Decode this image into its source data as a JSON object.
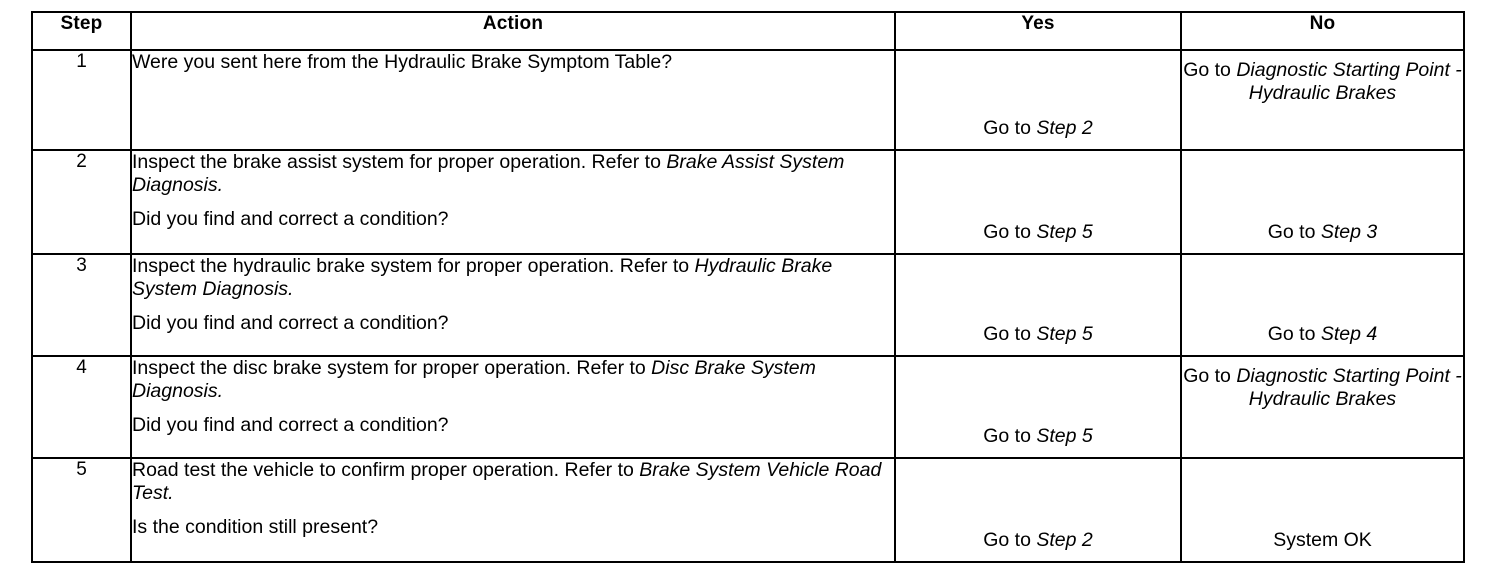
{
  "table": {
    "headers": {
      "step": "Step",
      "action": "Action",
      "yes": "Yes",
      "no": "No"
    },
    "rows": [
      {
        "step": "1",
        "action": {
          "p1": [
            {
              "t": "Were you sent here from the Hydraulic Brake Symptom Table?",
              "i": false
            }
          ],
          "p2": []
        },
        "yes": [
          {
            "t": "Go to ",
            "i": false
          },
          {
            "t": "Step 2",
            "i": true
          }
        ],
        "yes_align": "bottom",
        "no": [
          {
            "t": "Go to ",
            "i": false
          },
          {
            "t": "Diagnostic Starting Point - Hydraulic Brakes",
            "i": true
          }
        ],
        "no_align": "top"
      },
      {
        "step": "2",
        "action": {
          "p1": [
            {
              "t": "Inspect the brake assist system for proper operation. Refer to ",
              "i": false
            },
            {
              "t": "Brake Assist System Diagnosis.",
              "i": true
            }
          ],
          "p2": [
            {
              "t": "Did you find and correct a condition?",
              "i": false
            }
          ]
        },
        "yes": [
          {
            "t": "Go to ",
            "i": false
          },
          {
            "t": "Step 5",
            "i": true
          }
        ],
        "yes_align": "bottom",
        "no": [
          {
            "t": "Go to ",
            "i": false
          },
          {
            "t": "Step 3",
            "i": true
          }
        ],
        "no_align": "bottom"
      },
      {
        "step": "3",
        "action": {
          "p1": [
            {
              "t": "Inspect the hydraulic brake system for proper operation. Refer to ",
              "i": false
            },
            {
              "t": "Hydraulic Brake System Diagnosis.",
              "i": true
            }
          ],
          "p2": [
            {
              "t": "Did you find and correct a condition?",
              "i": false
            }
          ]
        },
        "yes": [
          {
            "t": "Go to ",
            "i": false
          },
          {
            "t": "Step 5",
            "i": true
          }
        ],
        "yes_align": "bottom",
        "no": [
          {
            "t": "Go to ",
            "i": false
          },
          {
            "t": "Step 4",
            "i": true
          }
        ],
        "no_align": "bottom"
      },
      {
        "step": "4",
        "action": {
          "p1": [
            {
              "t": "Inspect the disc brake system for proper operation. Refer to ",
              "i": false
            },
            {
              "t": "Disc Brake System Diagnosis.",
              "i": true
            }
          ],
          "p2": [
            {
              "t": "Did you find and correct a condition?",
              "i": false
            }
          ]
        },
        "yes": [
          {
            "t": "Go to ",
            "i": false
          },
          {
            "t": "Step 5",
            "i": true
          }
        ],
        "yes_align": "bottom",
        "no": [
          {
            "t": "Go to ",
            "i": false
          },
          {
            "t": "Diagnostic Starting Point - Hydraulic Brakes",
            "i": true
          }
        ],
        "no_align": "top"
      },
      {
        "step": "5",
        "action": {
          "p1": [
            {
              "t": "Road test the vehicle to confirm proper operation. Refer to ",
              "i": false
            },
            {
              "t": "Brake System Vehicle Road Test.",
              "i": true
            }
          ],
          "p2": [
            {
              "t": "Is the condition still present?",
              "i": false
            }
          ]
        },
        "yes": [
          {
            "t": "Go to ",
            "i": false
          },
          {
            "t": "Step 2",
            "i": true
          }
        ],
        "yes_align": "bottom",
        "no": [
          {
            "t": "System OK",
            "i": false
          }
        ],
        "no_align": "bottom"
      }
    ]
  },
  "colors": {
    "border": "#000000",
    "text": "#000000",
    "background": "#ffffff"
  }
}
